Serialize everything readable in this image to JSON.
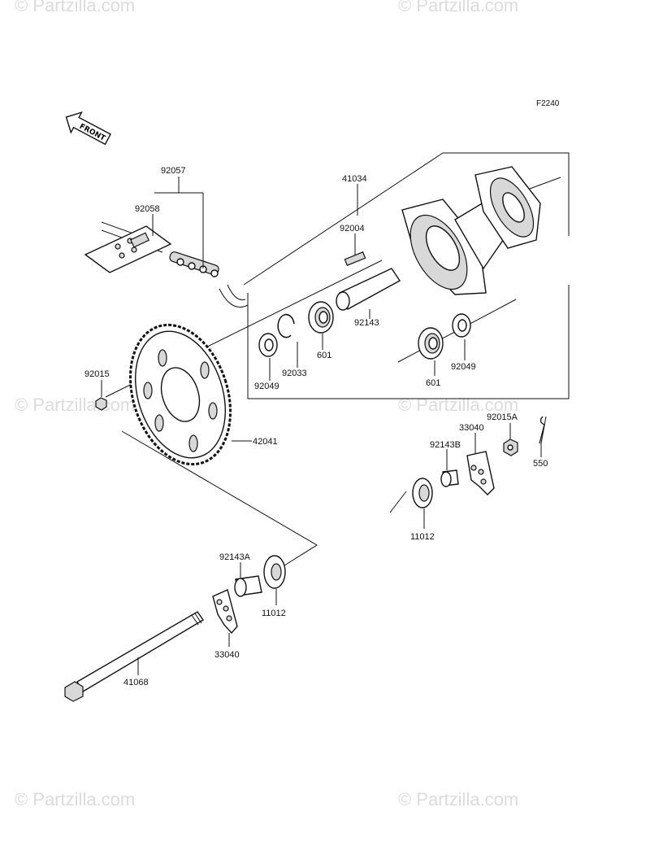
{
  "watermarks": {
    "top_left": "© Partzilla.com",
    "top_right": "© Partzilla.com",
    "mid_left": "© Partzilla.com",
    "mid_right": "© Partzilla.com",
    "bottom_left": "© Partzilla.com",
    "bottom_right": "© Partzilla.com"
  },
  "figure_code": "F2240",
  "front_label": "FRONT",
  "parts": {
    "chain_assembly": "92057",
    "chain_joint": "92058",
    "hub": "41034",
    "stud": "92004",
    "collar_center": "92143",
    "bearing_left": "601",
    "circlip": "92033",
    "seal_left": "92049",
    "bearing_right": "601",
    "seal_right": "92049",
    "nut": "92015",
    "sprocket": "42041",
    "nut_axle": "92015A",
    "chain_adjuster_right": "33040",
    "collar_right": "92143B",
    "cotter_pin": "550",
    "cap_right": "11012",
    "collar_left": "92143A",
    "cap_left": "11012",
    "chain_adjuster_left": "33040",
    "axle": "41068"
  }
}
